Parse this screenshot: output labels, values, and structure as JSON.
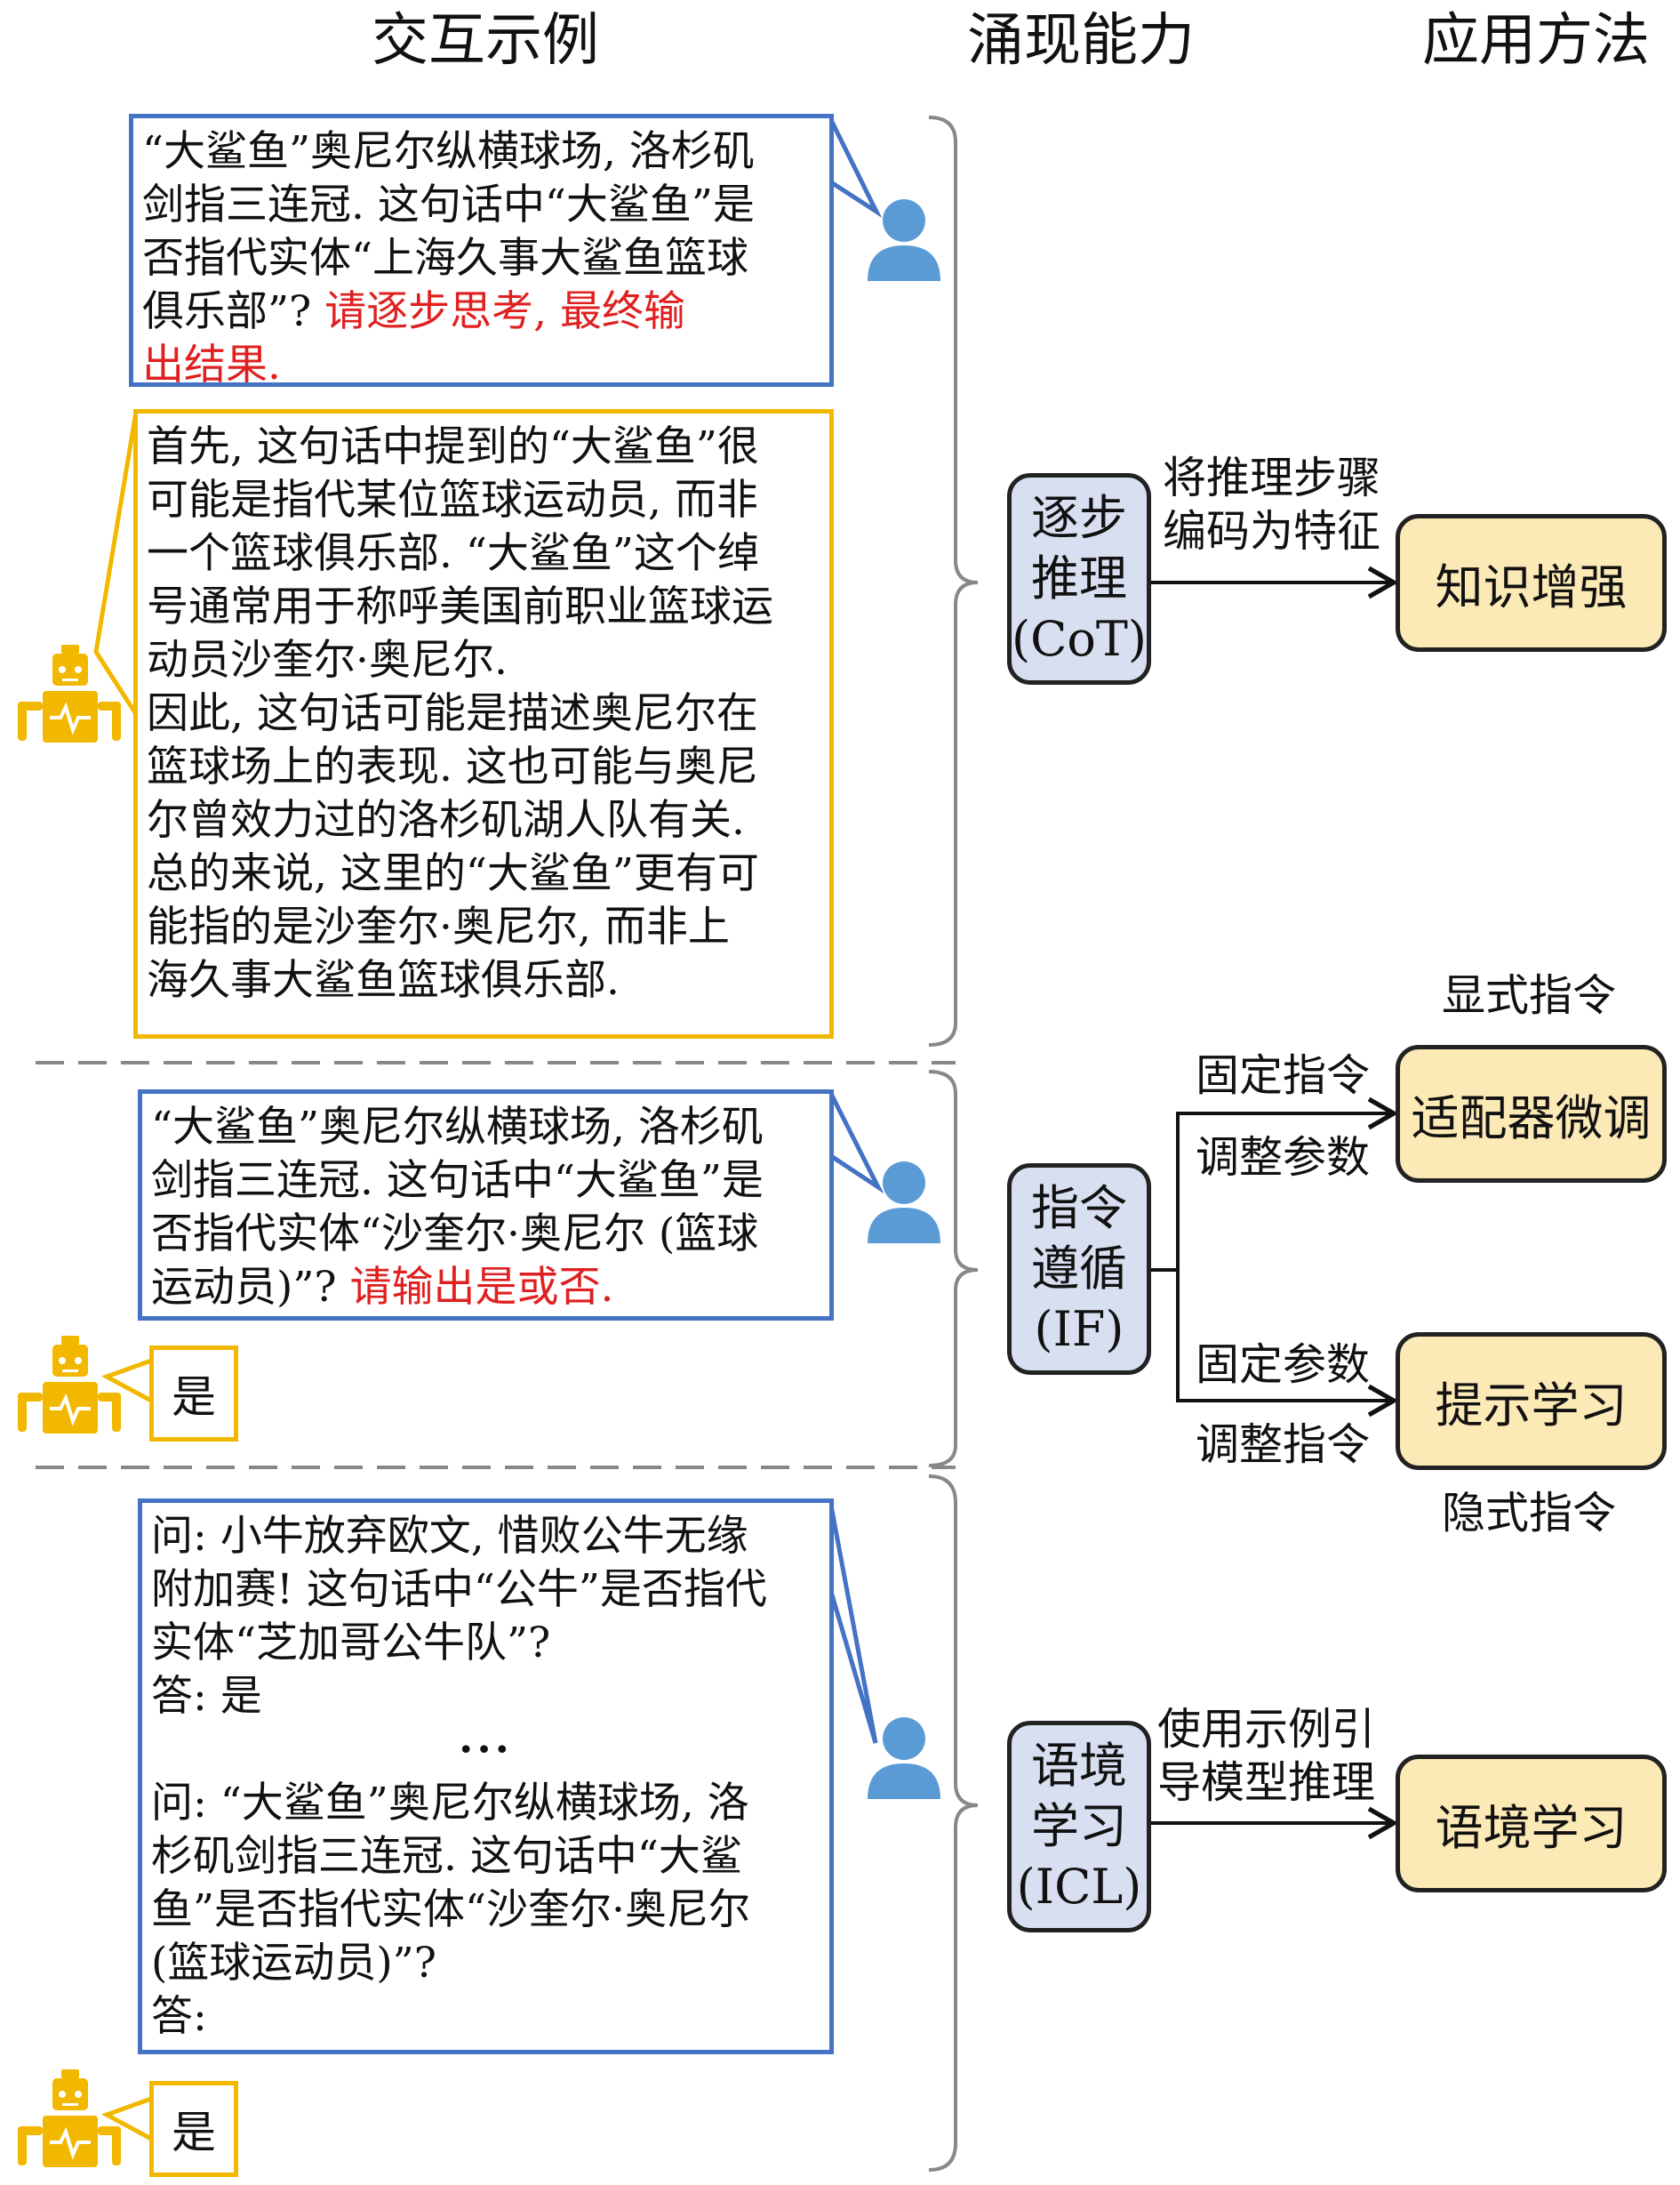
{
  "headers": {
    "examples": "交互示例",
    "abilities": "涌现能力",
    "methods": "应用方法"
  },
  "section1": {
    "user_lines": [
      {
        "text": "“大鲨鱼”奥尼尔纵横球场, 洛杉矶",
        "red": ""
      },
      {
        "text": "剑指三连冠. 这句话中“大鲨鱼”是",
        "red": ""
      },
      {
        "text": "否指代实体“上海久事大鲨鱼篮球",
        "red": ""
      },
      {
        "text": "俱乐部”? ",
        "red": "请逐步思考, 最终输"
      },
      {
        "text": "",
        "red": "出结果."
      }
    ],
    "bot_lines": [
      "首先, 这句话中提到的“大鲨鱼”很",
      "可能是指代某位篮球运动员, 而非",
      "一个篮球俱乐部. “大鲨鱼”这个绰",
      "号通常用于称呼美国前职业篮球运",
      "动员沙奎尔·奥尼尔.",
      "因此, 这句话可能是描述奥尼尔在",
      "篮球场上的表现. 这也可能与奥尼",
      "尔曾效力过的洛杉矶湖人队有关.",
      "总的来说, 这里的“大鲨鱼”更有可",
      "能指的是沙奎尔·奥尼尔, 而非上",
      "海久事大鲨鱼篮球俱乐部."
    ],
    "ability_lines": [
      "逐步",
      "推理",
      "(CoT)"
    ],
    "arrow_label_lines": [
      "将推理步骤",
      "编码为特征"
    ],
    "method": "知识增强"
  },
  "section2": {
    "user_lines": [
      {
        "text": "“大鲨鱼”奥尼尔纵横球场, 洛杉矶",
        "red": ""
      },
      {
        "text": "剑指三连冠. 这句话中“大鲨鱼”是",
        "red": ""
      },
      {
        "text": "否指代实体“沙奎尔·奥尼尔 (篮球",
        "red": ""
      },
      {
        "text": "运动员)”? ",
        "red": "请输出是或否."
      }
    ],
    "bot_answer": "是",
    "ability_lines": [
      "指令",
      "遵循",
      "(IF)"
    ],
    "explicit_label": "显式指令",
    "implicit_label": "隐式指令",
    "upper_branch": {
      "above": "固定指令",
      "below": "调整参数",
      "method": "适配器微调"
    },
    "lower_branch": {
      "above": "固定参数",
      "below": "调整指令",
      "method": "提示学习"
    }
  },
  "section3": {
    "user_lines_a": [
      "问: 小牛放弃欧文, 惜败公牛无缘",
      "附加赛! 这句话中“公牛”是否指代",
      "实体“芝加哥公牛队”?",
      "答: 是"
    ],
    "ellipsis": "···",
    "user_lines_b": [
      "问: “大鲨鱼”奥尼尔纵横球场, 洛",
      "杉矶剑指三连冠. 这句话中“大鲨",
      "鱼”是否指代实体“沙奎尔·奥尼尔",
      "(篮球运动员)”?",
      "答:"
    ],
    "bot_answer": "是",
    "ability_lines": [
      "语境",
      "学习",
      "(ICL)"
    ],
    "arrow_label_lines": [
      "使用示例引",
      "导模型推理"
    ],
    "method": "语境学习"
  },
  "colors": {
    "user_border": "#4472c4",
    "bot_border": "#f2b800",
    "highlight": "#e02020",
    "ability_fill": "#d8dff0",
    "method_fill": "#fbe9b6",
    "person_icon": "#5b9bd5",
    "robot_icon": "#f2b800"
  },
  "icons": {
    "user": "person-icon",
    "model": "robot-icon"
  }
}
